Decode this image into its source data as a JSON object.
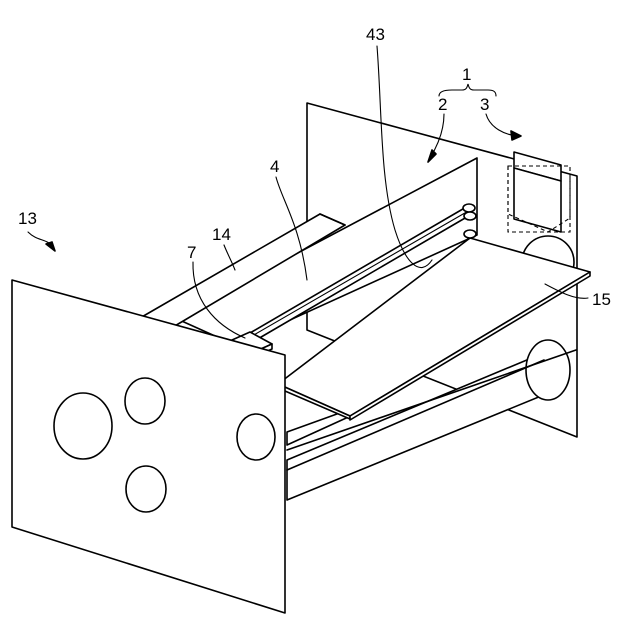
{
  "labels": {
    "l1": "1",
    "l2": "2",
    "l3": "3",
    "l4": "4",
    "l7": "7",
    "l13": "13",
    "l14": "14",
    "l15": "15",
    "l43": "43"
  }
}
